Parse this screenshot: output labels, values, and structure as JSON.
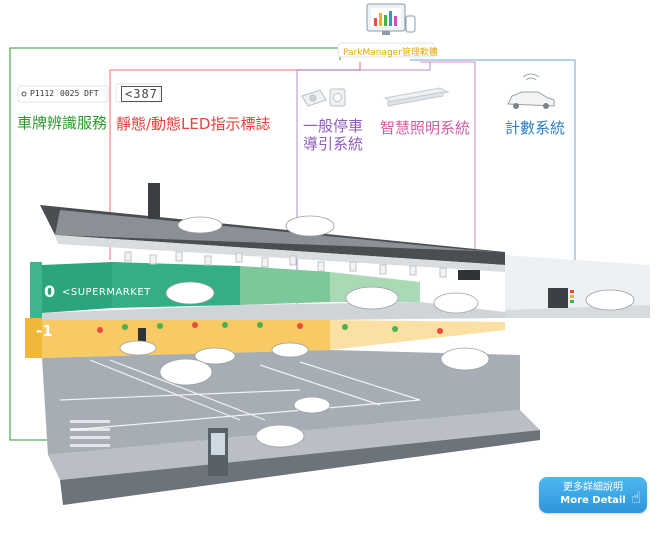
{
  "hub": {
    "label": "ParkManager管理軟體",
    "icon": "monitor-phone-icon"
  },
  "systems": {
    "plate": {
      "label": "車牌辨識服務",
      "sample_left": "P1112",
      "sample_right": "0025 DFT",
      "icon": "plate-camera-icon",
      "color": "#2d9a2d"
    },
    "led": {
      "label": "靜態/動態LED指示標誌",
      "sample": "387",
      "icon": "led-sign-icon",
      "color": "#e0443c"
    },
    "guidance": {
      "label_line1": "一般停車",
      "label_line2": "導引系統",
      "icon": "ultrasonic-sensor-icon",
      "color": "#8e5cc0"
    },
    "lighting": {
      "label": "智慧照明系統",
      "icon": "led-lamp-icon",
      "color": "#d45aa2"
    },
    "counting": {
      "label": "計數系統",
      "icon": "car-counter-icon",
      "color": "#2b7fc4"
    }
  },
  "floors": {
    "ground": "0",
    "ground_sign": "<SUPERMARKET",
    "basement": "-1"
  },
  "more_button": {
    "line1": "更多詳細說明",
    "line2": "More Detail",
    "icon": "hand-pointer-icon"
  }
}
